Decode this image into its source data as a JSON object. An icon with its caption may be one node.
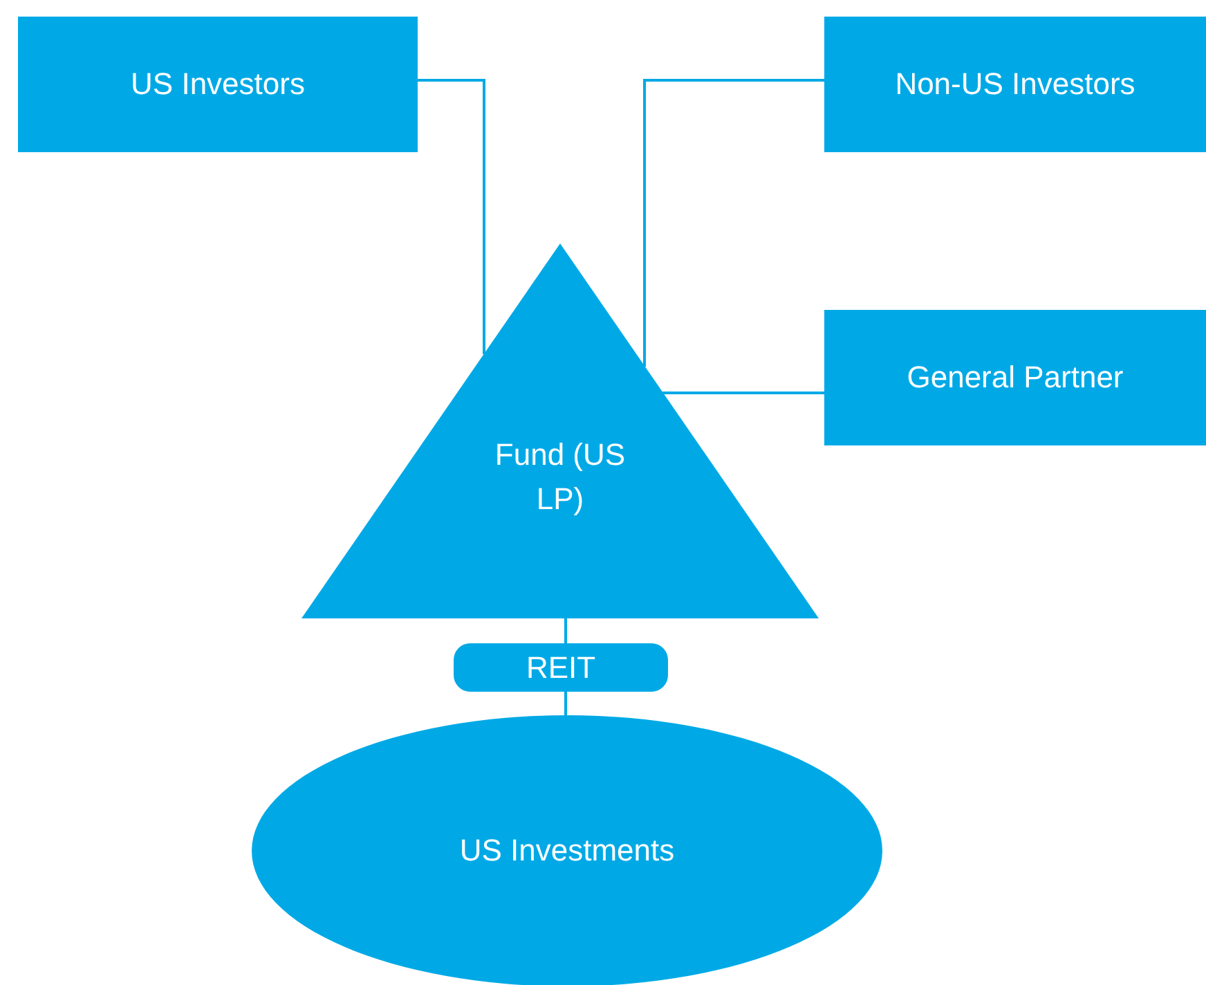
{
  "diagram": {
    "nodes": [
      {
        "text": [
          "US Investors"
        ]
      },
      {
        "text": [
          "Non-US Investors"
        ]
      },
      {
        "text": [
          "General Partner"
        ]
      },
      {
        "text": [
          "Fund (US LP)"
        ]
      },
      {
        "text": [
          "REIT"
        ]
      },
      {
        "text": [
          "US Investments"
        ]
      }
    ],
    "edges": [
      {
        "from": 0,
        "to": 3,
        "arrow": "none"
      },
      {
        "from": 1,
        "to": 3,
        "arrow": "none"
      },
      {
        "from": 2,
        "to": 3,
        "arrow": "none"
      },
      {
        "from": 3,
        "to": 4,
        "arrow": "none"
      },
      {
        "from": 4,
        "to": 5,
        "arrow": "none"
      }
    ]
  }
}
